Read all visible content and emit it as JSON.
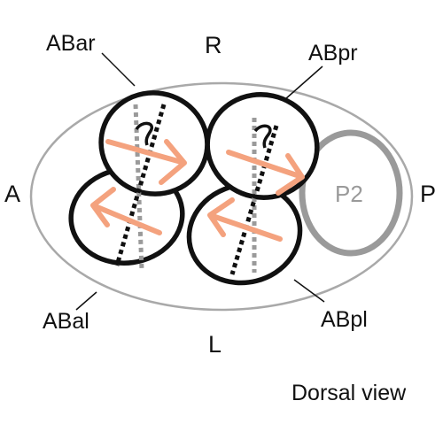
{
  "labels": {
    "orient_a": "A",
    "orient_p": "P",
    "orient_r": "R",
    "orient_l": "L",
    "cell_abar": "ABar",
    "cell_abpr": "ABpr",
    "cell_abal": "ABal",
    "cell_abpl": "ABpl",
    "cell_p2": "P2",
    "view": "Dorsal view"
  },
  "colors": {
    "eggshell": "#a9a9a9",
    "cell_outline": "#111111",
    "p2_outline": "#9a9a9a",
    "p2_text": "#9a9a9a",
    "arrow": "#f4a27e"
  }
}
